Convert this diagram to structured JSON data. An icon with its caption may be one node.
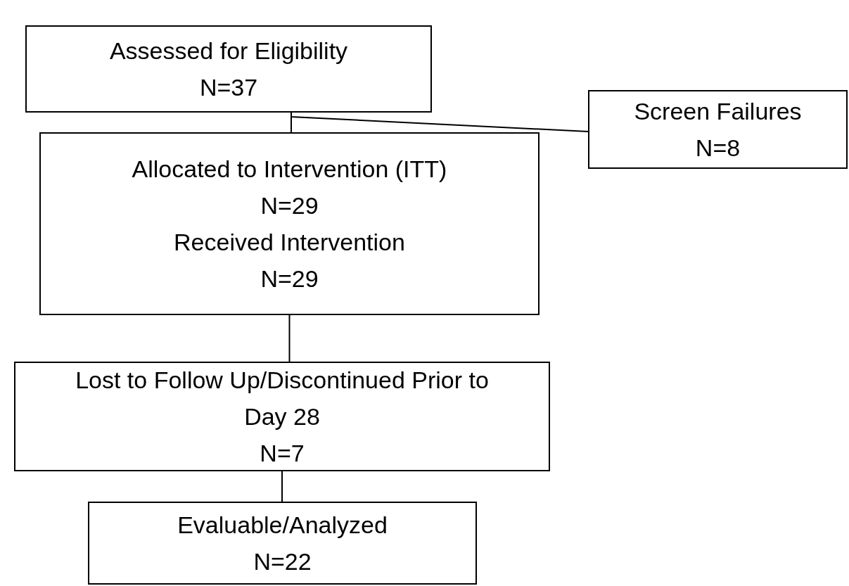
{
  "diagram": {
    "nodes": [
      {
        "text": [
          "Assessed for Eligibility",
          "N=37"
        ]
      },
      {
        "text": [
          "Screen Failures",
          "N=8"
        ]
      },
      {
        "text": [
          "Allocated to Intervention (ITT)",
          "N=29",
          "Received Intervention",
          "N=29"
        ]
      },
      {
        "text": [
          "Lost to Follow Up/Discontinued Prior to Day 28",
          "N=7"
        ]
      },
      {
        "text": [
          "Evaluable/Analyzed",
          "N=22"
        ]
      }
    ],
    "edges": [
      {
        "from": 0,
        "to": 2,
        "arrow": "none"
      },
      {
        "from": 0,
        "to": 1,
        "arrow": "none"
      },
      {
        "from": 2,
        "to": 3,
        "arrow": "none"
      },
      {
        "from": 3,
        "to": 4,
        "arrow": "none"
      }
    ]
  }
}
